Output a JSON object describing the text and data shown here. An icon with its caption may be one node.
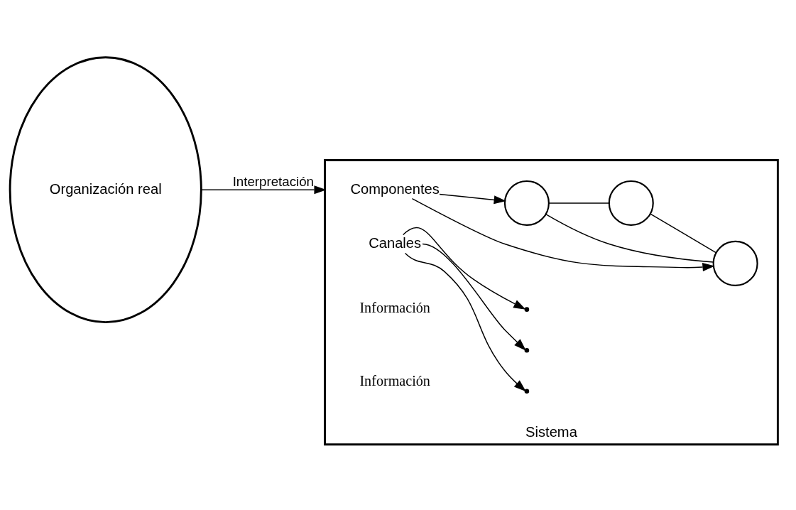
{
  "diagram": {
    "nodes": [
      {
        "text": [
          "Organización real"
        ]
      },
      {
        "text": [
          "Sistema"
        ]
      },
      {
        "text": [
          "Componentes"
        ],
        "in": 1
      },
      {
        "text": [],
        "shape": "circle",
        "in": 1
      },
      {
        "text": [],
        "shape": "circle",
        "in": 1
      },
      {
        "text": [],
        "shape": "circle",
        "in": 1
      },
      {
        "text": [
          "Canales"
        ],
        "in": 1
      }
    ],
    "edges": [
      {
        "from": 0,
        "to": 1,
        "arrow": "to",
        "label": "Interpretación"
      },
      {
        "from": 3,
        "to": 5,
        "arrow": "none"
      },
      {
        "from": 3,
        "to": 4,
        "arrow": "none"
      },
      {
        "from": 4,
        "to": 5,
        "arrow": "none"
      },
      {
        "from": 2,
        "to": 3,
        "arrow": "to"
      },
      {
        "from": 2,
        "to": 5,
        "arrow": "to"
      },
      {
        "from": 6,
        "to": null,
        "arrow": "to"
      },
      {
        "from": 6,
        "to": null,
        "arrow": "to"
      },
      {
        "from": 6,
        "to": null,
        "arrow": "to"
      }
    ],
    "labels": [
      "Información",
      "Información"
    ]
  }
}
